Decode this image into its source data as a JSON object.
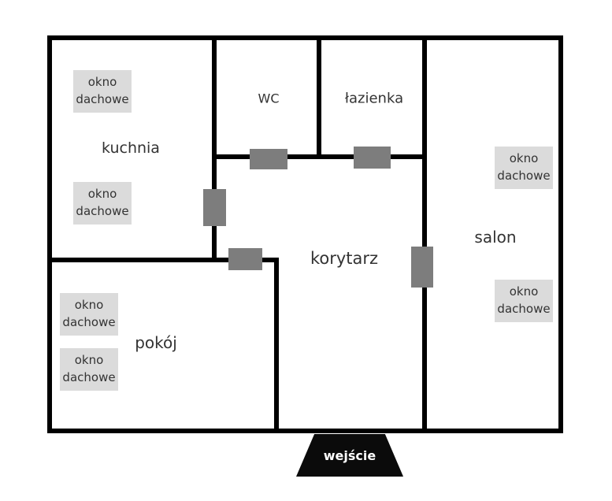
{
  "rooms": {
    "kuchnia": "kuchnia",
    "wc": "WC",
    "lazienka": "łazienka",
    "salon": "salon",
    "korytarz": "korytarz",
    "pokoj": "pokój"
  },
  "labels": {
    "window": "okno dachowe",
    "entrance": "wejście"
  },
  "colors": {
    "wall": "#000000",
    "door": "#7d7d7d",
    "window_bg": "#dbdbdb",
    "entrance_bg": "#0b0b0b",
    "entrance_text": "#ffffff",
    "label_text": "#333333",
    "background": "#ffffff"
  }
}
